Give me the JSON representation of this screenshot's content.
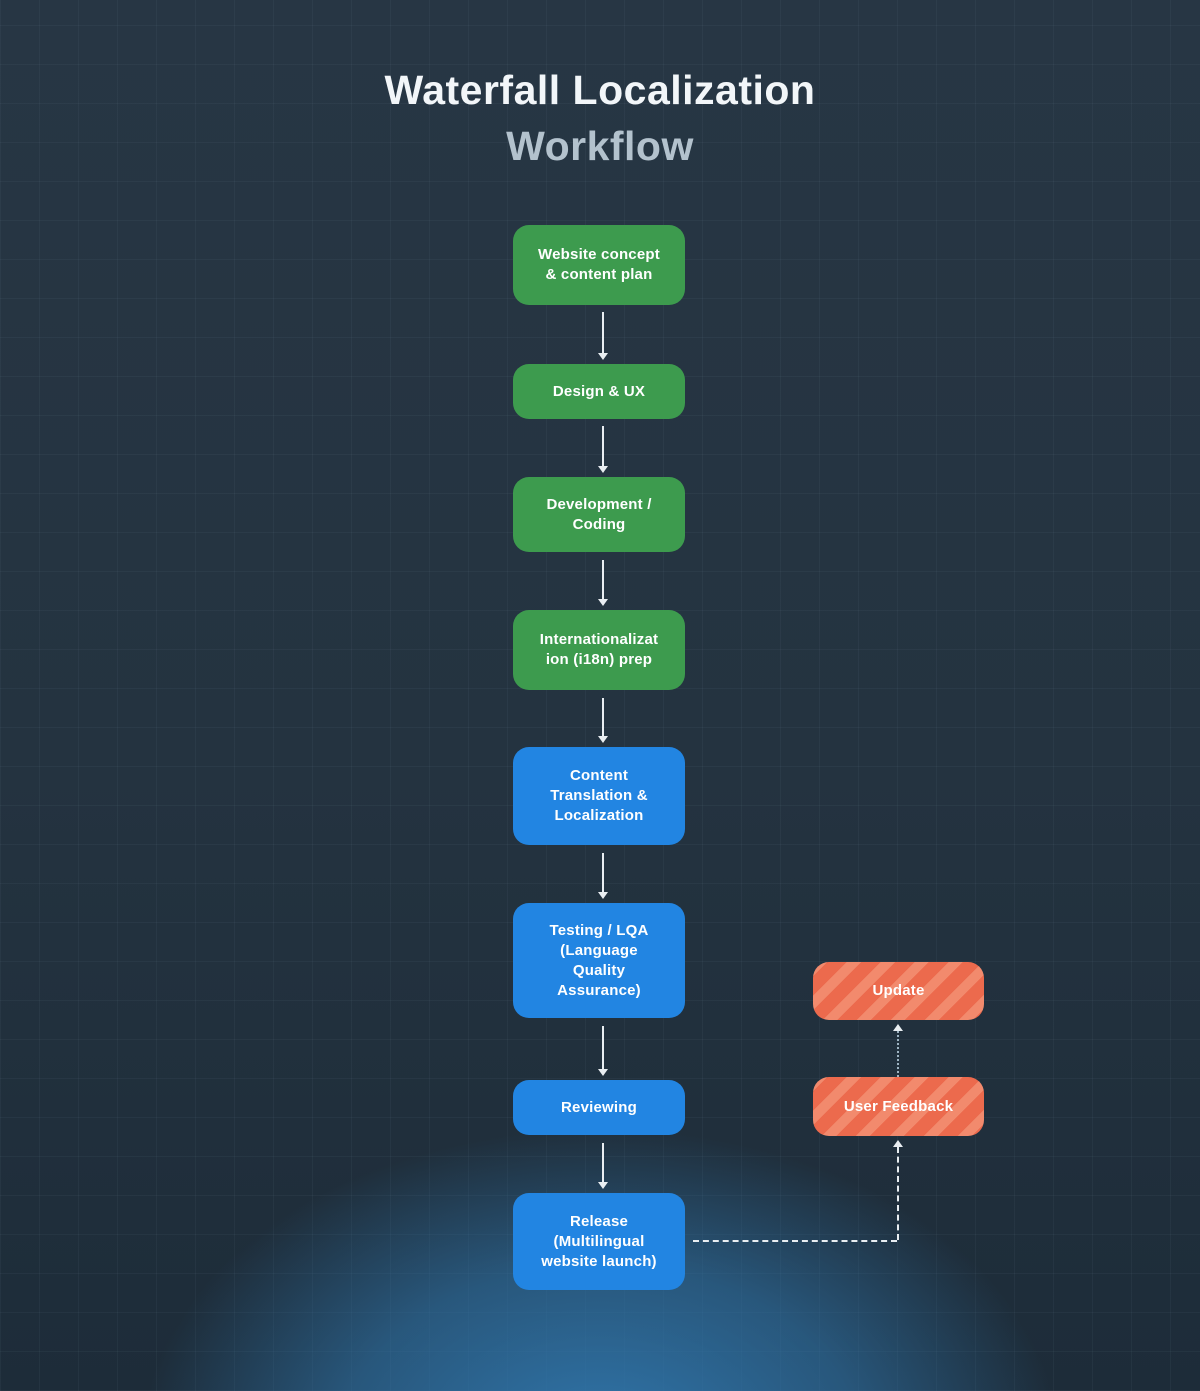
{
  "title": {
    "line1": "Waterfall Localization",
    "line2": "Workflow"
  },
  "colors": {
    "background": "#243340",
    "grid_line": "#2c3d4b",
    "glow_blue": "#317ab2",
    "phase_green": "#3d9b4e",
    "phase_blue": "#2285e2",
    "feedback_orange": "#ec6a4d",
    "feedback_orange_stripe": "#f28a6d",
    "connector": "#e9eef2",
    "connector_dotted": "#9db3c2",
    "title_primary": "#f2f6f9",
    "title_secondary": "#b3c2cd"
  },
  "flowchart": {
    "nodes": [
      {
        "label": "Website concept\n& content plan",
        "type": "green-phase"
      },
      {
        "label": "Design & UX",
        "type": "green-phase"
      },
      {
        "label": "Development /\nCoding",
        "type": "green-phase"
      },
      {
        "label": "Internationalizat\nion (i18n) prep",
        "type": "green-phase"
      },
      {
        "label": "Content\nTranslation &\nLocalization",
        "type": "blue-phase"
      },
      {
        "label": "Testing / LQA\n(Language\nQuality\nAssurance)",
        "type": "blue-phase"
      },
      {
        "label": "Reviewing",
        "type": "blue-phase"
      },
      {
        "label": "Release\n(Multilingual\nwebsite launch)",
        "type": "blue-phase"
      }
    ],
    "feedback_nodes": [
      {
        "label": "Update",
        "type": "orange-feedback"
      },
      {
        "label": "User Feedback",
        "type": "orange-feedback"
      }
    ],
    "connections": {
      "main_flow_style": "solid arrow, top to bottom",
      "release_to_user_feedback_style": "dashed arrow, right then up",
      "user_feedback_to_update_style": "dotted arrow, up"
    }
  }
}
